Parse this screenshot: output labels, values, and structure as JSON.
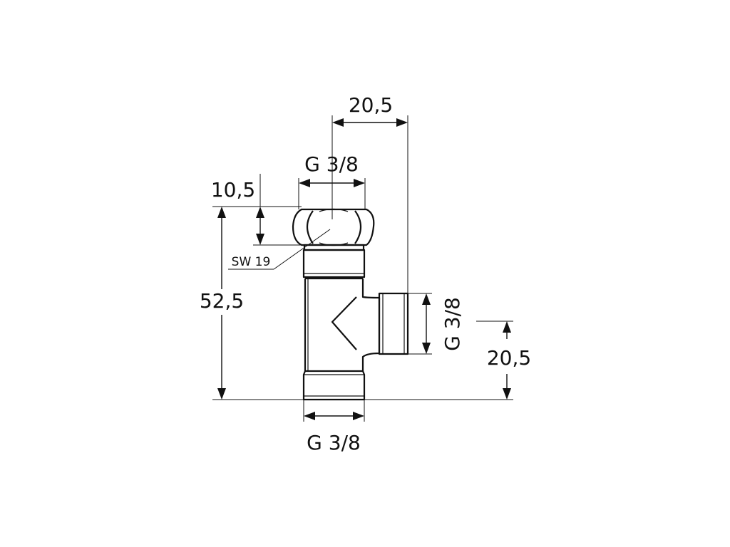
{
  "labels": {
    "top_width": "20,5",
    "top_thread": "G 3/8",
    "nut_height": "10,5",
    "wrench_size": "SW 19",
    "total_height": "52,5",
    "side_thread": "G 3/8",
    "side_height": "20,5",
    "bottom_thread": "G 3/8"
  },
  "colors": {
    "line": "#111111",
    "background": "#ffffff"
  }
}
